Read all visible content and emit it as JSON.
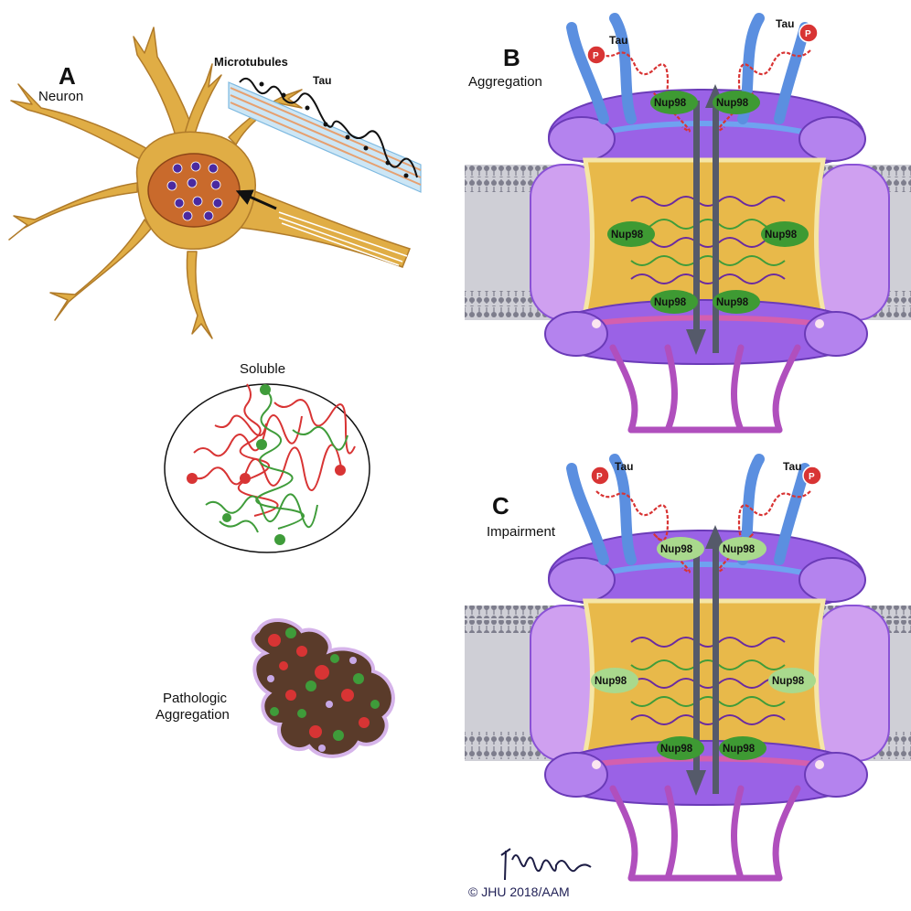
{
  "panel_a": {
    "letter": "A",
    "neuron_label": "Neuron",
    "microtubules_label": "Microtubules",
    "tau_label": "Tau",
    "soluble_label": "Soluble",
    "aggregation_label_line1": "Pathologic",
    "aggregation_label_line2": "Aggregation"
  },
  "panel_b": {
    "letter": "B",
    "title": "Aggregation",
    "tau_left": "Tau",
    "tau_right": "Tau",
    "phospho": "P",
    "nup_top_left": "Nup98",
    "nup_top_right": "Nup98",
    "nup_mid_left": "Nup98",
    "nup_mid_right": "Nup98",
    "nup_bot_left": "Nup98",
    "nup_bot_right": "Nup98"
  },
  "panel_c": {
    "letter": "C",
    "title": "Impairment",
    "tau_left": "Tau",
    "tau_right": "Tau",
    "phospho": "P",
    "nup_top_left": "Nup98",
    "nup_top_right": "Nup98",
    "nup_mid_left": "Nup98",
    "nup_mid_right": "Nup98",
    "nup_bot_left": "Nup98",
    "nup_bot_right": "Nup98"
  },
  "credit": "© JHU 2018/AAM",
  "colors": {
    "neuron": "#e0ad45",
    "nucleus": "#c96a2c",
    "membrane_purple": "#9a62e6",
    "light_purple": "#cfa0f0",
    "pore_gold": "#e8b94a",
    "nup_dark": "#3e9a33",
    "nup_light": "#a9d98d",
    "tau_red": "#d83434",
    "strand_green": "#3f9c3a",
    "filament_blue": "#5b8fe0",
    "basket_magenta": "#b04fbd"
  }
}
